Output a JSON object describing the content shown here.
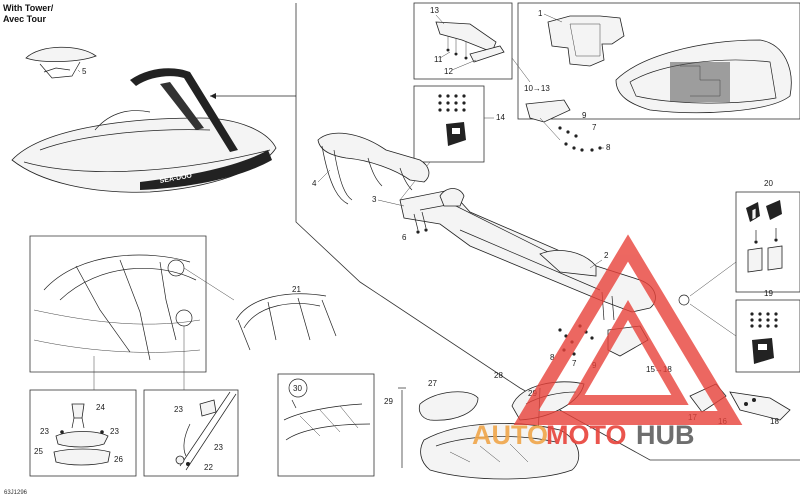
{
  "header": {
    "title_line1": "With Tower/",
    "title_line2": "Avec Tour"
  },
  "footer": {
    "code": "63J1296"
  },
  "watermark": {
    "part1": "AUTO",
    "part2": "MOTO",
    "part3": "HUB",
    "color_red": "#e8423a",
    "color_orange": "#f0a64a",
    "color_dark": "#555555"
  },
  "callouts": {
    "c1": "1",
    "c2": "2",
    "c3": "3",
    "c4": "4",
    "c5": "5",
    "c6": "6",
    "c7a": "7",
    "c7b": "7",
    "c8a": "8",
    "c8b": "8",
    "c9a": "9",
    "c9b": "9",
    "c10_13": "10→13",
    "c11": "11",
    "c12": "12",
    "c13": "13",
    "c14": "14",
    "c15_18": "15→18",
    "c16": "16",
    "c17": "17",
    "c18": "18",
    "c19": "19",
    "c20": "20",
    "c21": "21",
    "c22": "22",
    "c23a": "23",
    "c23b": "23",
    "c23c": "23",
    "c23d": "23",
    "c24": "24",
    "c25": "25",
    "c26": "26",
    "c27": "27",
    "c28": "28",
    "c29a": "29",
    "c29b": "29",
    "c30": "30"
  },
  "boat_logo": "SEA-DOO"
}
